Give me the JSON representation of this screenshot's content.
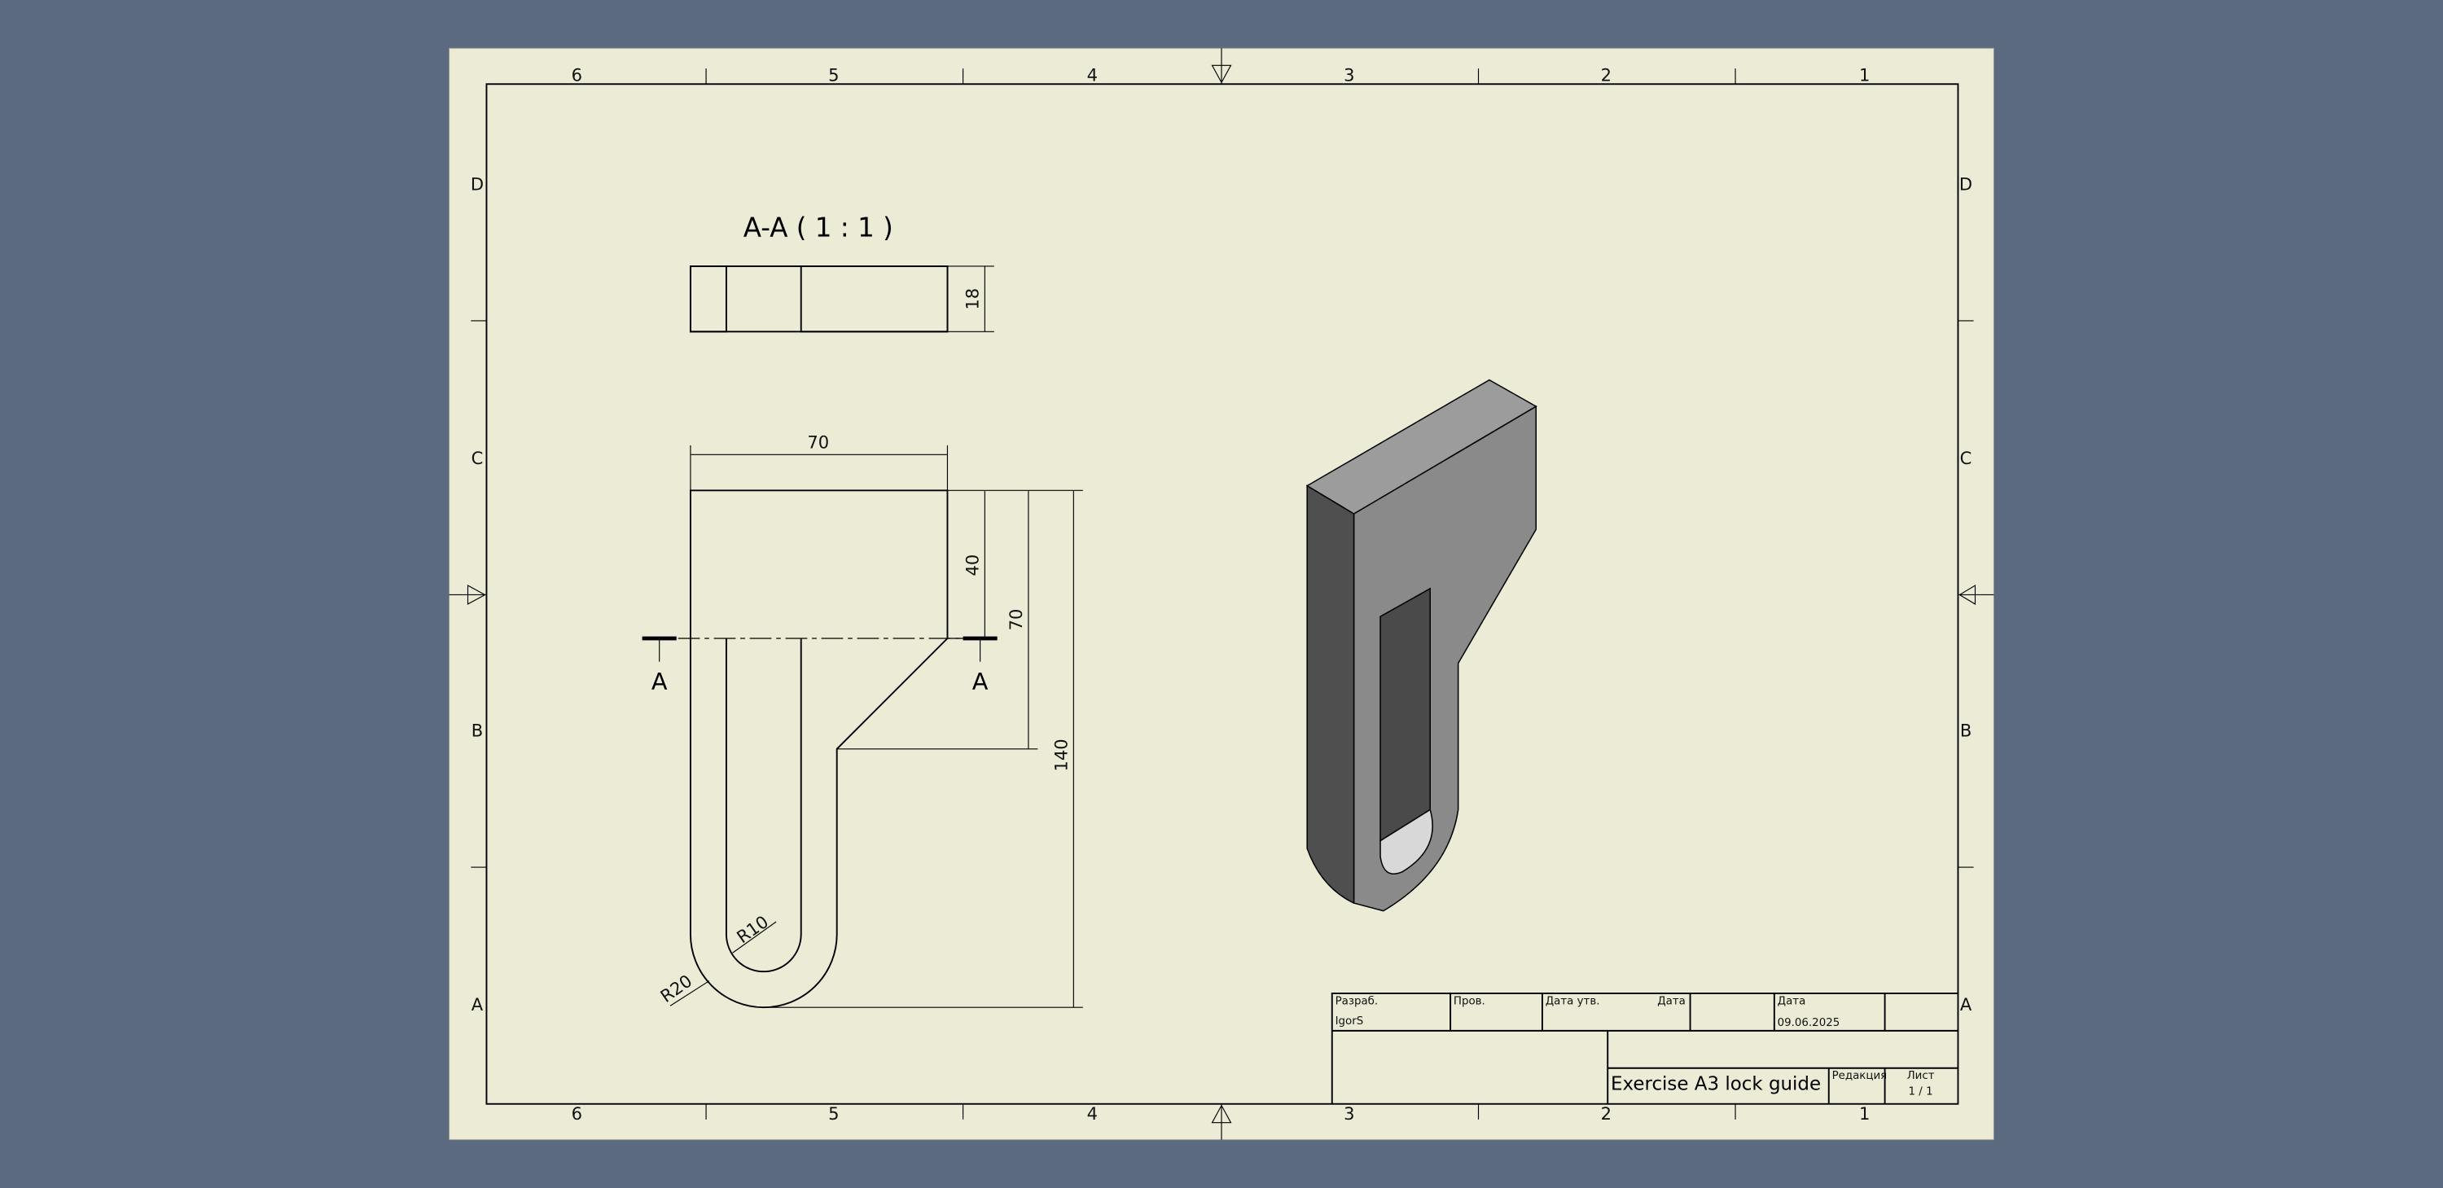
{
  "sheet": {
    "columns": [
      "6",
      "5",
      "4",
      "3",
      "2",
      "1"
    ],
    "rows": [
      "D",
      "C",
      "B",
      "A"
    ]
  },
  "section_view": {
    "title": "A-A ( 1 : 1 )",
    "dim_thickness": "18"
  },
  "front_view": {
    "dim_width": "70",
    "dim_top_height": "40",
    "dim_mid_height": "70",
    "dim_total_height": "140",
    "radius_inner": "R10",
    "radius_outer": "R20",
    "section_label_left": "A",
    "section_label_right": "A"
  },
  "title_block": {
    "developer_label": "Разраб.",
    "developer": "IgorS",
    "checked_label": "Пров.",
    "approved_date_label": "Дата утв.",
    "date_label_1": "Дата",
    "date_label_2": "Дата",
    "date": "09.06.2025",
    "title": "Exercise A3 lock guide",
    "revision_label": "Редакция",
    "sheet_label": "Лист",
    "sheet_value": "1 / 1"
  },
  "colors": {
    "background": "#5b6a7f",
    "paper": "#ecebd6"
  }
}
